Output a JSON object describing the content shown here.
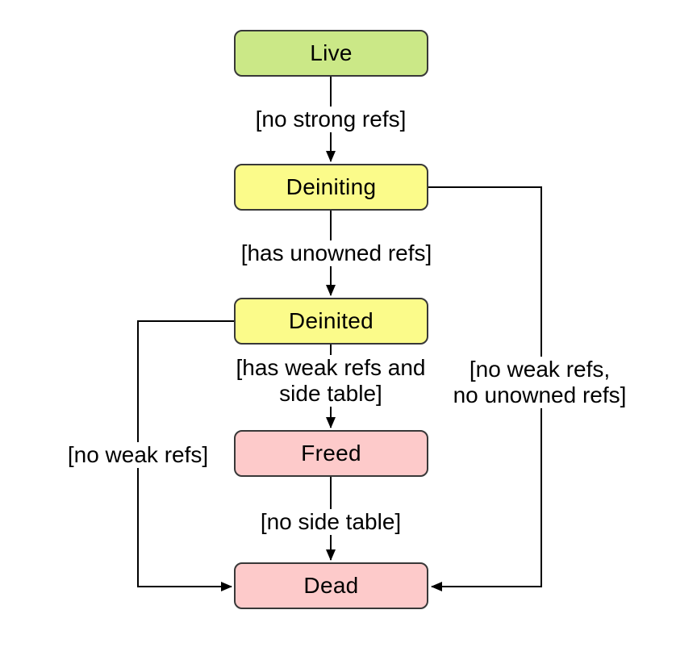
{
  "diagram": {
    "type": "state-transition-diagram",
    "background": "#ffffff",
    "line_color": "#000000",
    "border_color": "#383838",
    "text_color": "#000000",
    "nodes": [
      {
        "id": "live",
        "label": "Live",
        "fill": "#cbe887"
      },
      {
        "id": "deiniting",
        "label": "Deiniting",
        "fill": "#fbfb8a"
      },
      {
        "id": "deinited",
        "label": "Deinited",
        "fill": "#fbfb8a"
      },
      {
        "id": "freed",
        "label": "Freed",
        "fill": "#fdcaca"
      },
      {
        "id": "dead",
        "label": "Dead",
        "fill": "#fdcaca"
      }
    ],
    "edges": [
      {
        "from": "Live",
        "to": "Deiniting",
        "lines": [
          "[no strong refs]"
        ]
      },
      {
        "from": "Deiniting",
        "to": "Deinited",
        "lines": [
          "[has unowned refs]"
        ]
      },
      {
        "from": "Deinited",
        "to": "Freed",
        "lines": [
          "[has weak refs and",
          "side table]"
        ]
      },
      {
        "from": "Freed",
        "to": "Dead",
        "lines": [
          "[no side table]"
        ]
      },
      {
        "from": "Deinited",
        "to": "Dead",
        "lines": [
          "[no weak refs]"
        ]
      },
      {
        "from": "Deiniting",
        "to": "Dead",
        "lines": [
          "[no weak refs,",
          "no unowned refs]"
        ]
      }
    ]
  }
}
